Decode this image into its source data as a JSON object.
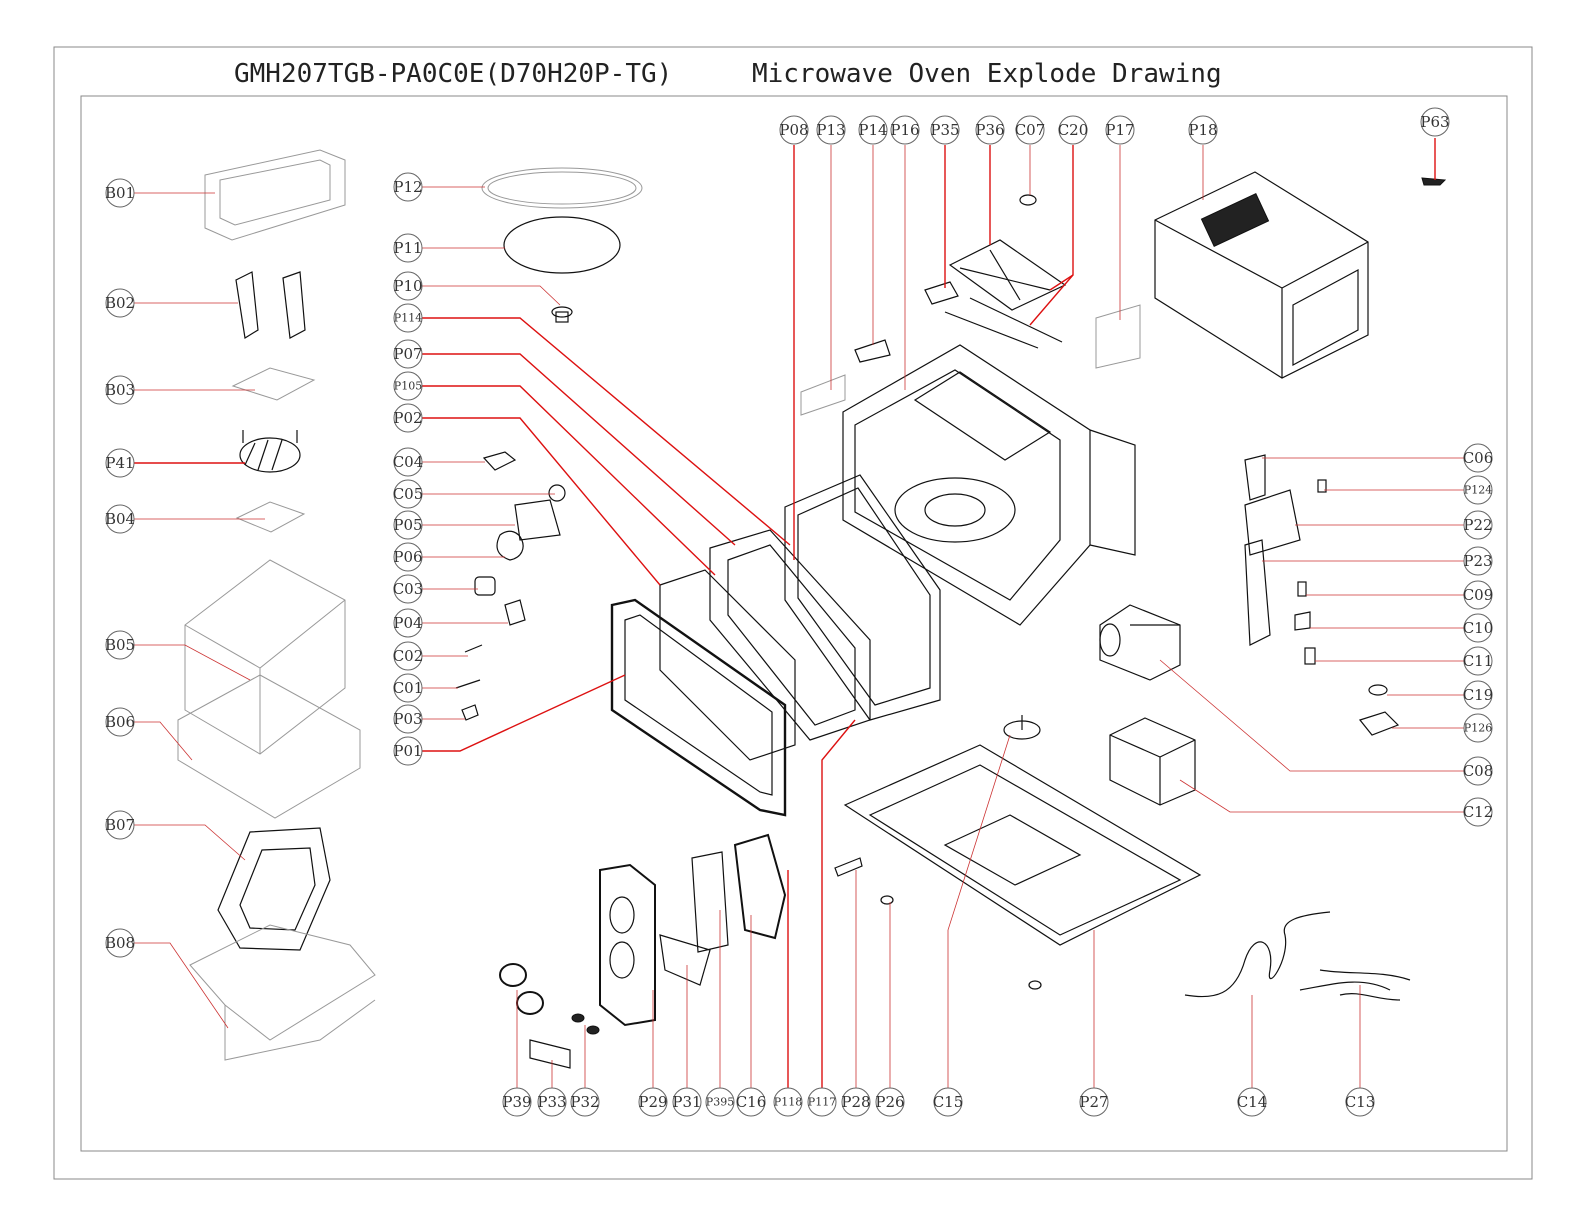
{
  "title": {
    "model": "GMH207TGB-PA0C0E(D70H20P-TG)",
    "description": "Microwave Oven Explode Drawing"
  },
  "labels": {
    "B01": "B01",
    "B02": "B02",
    "B03": "B03",
    "P41": "P41",
    "B04": "B04",
    "B05": "B05",
    "B06": "B06",
    "B07": "B07",
    "B08": "B08",
    "P12": "P12",
    "P11": "P11",
    "P10": "P10",
    "P114": "P114",
    "P07": "P07",
    "P105": "P105",
    "P02": "P02",
    "C04": "C04",
    "C05": "C05",
    "P05": "P05",
    "P06": "P06",
    "C03": "C03",
    "P04": "P04",
    "C02": "C02",
    "C01": "C01",
    "P03": "P03",
    "P01": "P01",
    "P08": "P08",
    "P13": "P13",
    "P14": "P14",
    "P16": "P16",
    "P35": "P35",
    "P36": "P36",
    "C07": "C07",
    "C20": "C20",
    "P17": "P17",
    "P18": "P18",
    "P63": "P63",
    "C06": "C06",
    "P124": "P124",
    "P22": "P22",
    "P23": "P23",
    "C09": "C09",
    "C10": "C10",
    "C11": "C11",
    "C19": "C19",
    "P126": "P126",
    "C08": "C08",
    "C12": "C12",
    "P39": "P39",
    "P33": "P33",
    "P32": "P32",
    "P29": "P29",
    "P31": "P31",
    "P395": "P395",
    "C16": "C16",
    "P118": "P118",
    "P117": "P117",
    "P28": "P28",
    "P26": "P26",
    "C15": "C15",
    "P27": "P27",
    "C14": "C14",
    "C13": "C13"
  }
}
